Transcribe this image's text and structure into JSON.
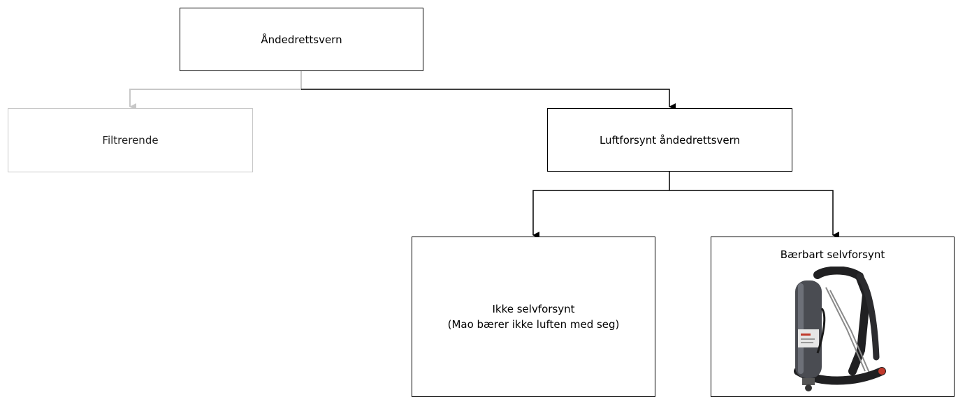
{
  "diagram": {
    "root": {
      "label": "Åndedrettsvern"
    },
    "filtering": {
      "label": "Filtrerende"
    },
    "air_supplied": {
      "label": "Luftforsynt åndedrettsvern"
    },
    "not_self_contained": {
      "label_line1": "Ikke selvforsynt",
      "label_line2": "(Mao bærer ikke luften med seg)"
    },
    "portable_self_contained": {
      "label": "Bærbart selvforsynt",
      "image": "breathing-apparatus"
    },
    "colors": {
      "line": "#000000",
      "faded_line": "#c8c8c8",
      "tank": "#4a4c52",
      "strap": "#202022",
      "accent": "#c0392b"
    }
  }
}
